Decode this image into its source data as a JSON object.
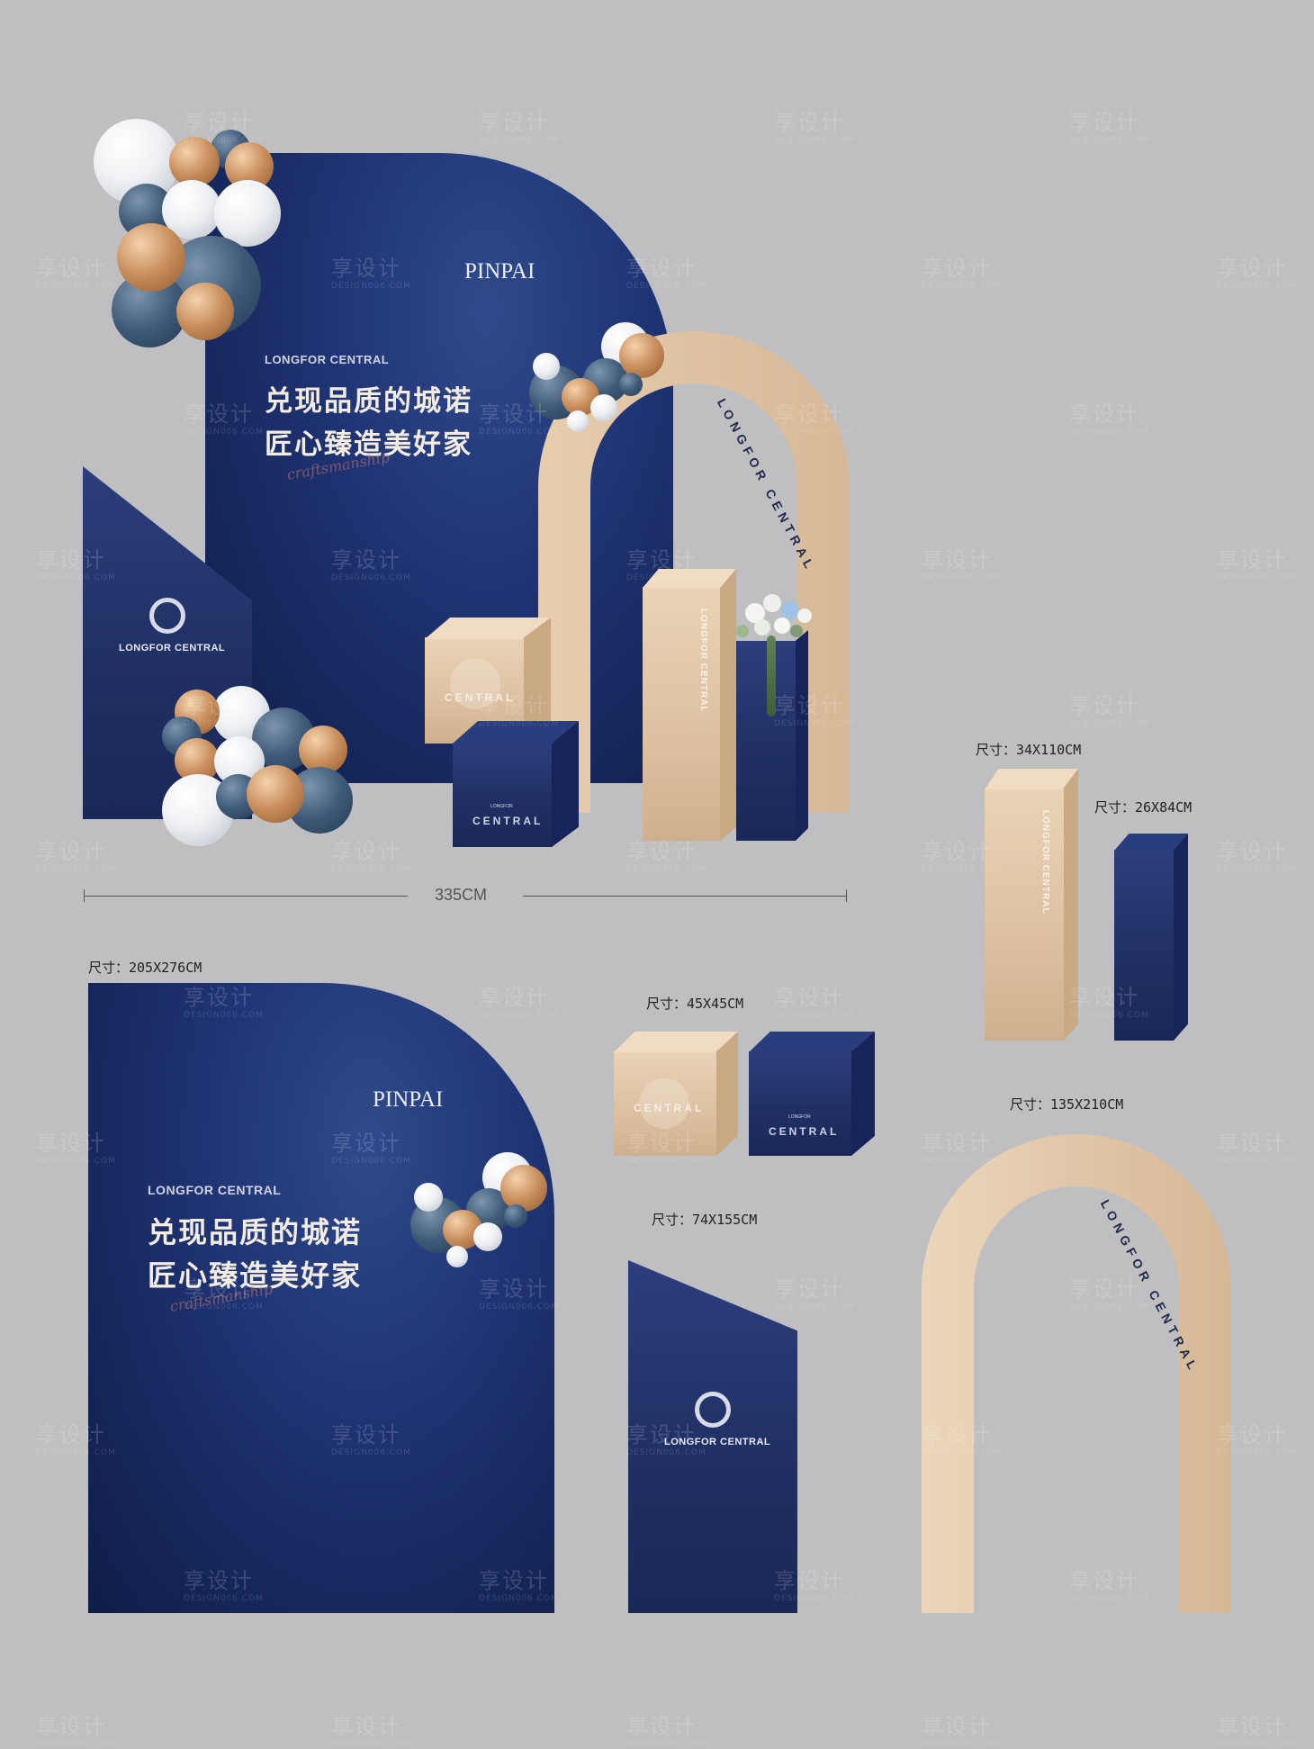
{
  "watermark": {
    "text": "享设计",
    "sub": "DESIGN006.COM"
  },
  "backdrop": {
    "pinpai": "PINPAI",
    "brand": "LONGFOR CENTRAL",
    "line1": "兑现品质的城诺",
    "line2": "匠心臻造美好家",
    "script": "craftsmanship"
  },
  "side_panel": {
    "brand": "LONGFOR CENTRAL"
  },
  "cube": {
    "small": "LONGFOR",
    "big": "CENTRAL"
  },
  "pillar": {
    "text": "LONGFOR CENTRAL"
  },
  "arch": {
    "text": "LONGFOR CENTRAL"
  },
  "overall_width": "335CM",
  "sizes": {
    "backdrop": "尺寸：205X276CM",
    "cubes": "尺寸：45X45CM",
    "panel": "尺寸：74X155CM",
    "pillar_gold": "尺寸：34X110CM",
    "pillar_navy": "尺寸：26X84CM",
    "arch": "尺寸：135X210CM"
  },
  "colors": {
    "background": "#bfbfc1",
    "navy": "#1f3474",
    "gold": "#dcc0a0"
  }
}
